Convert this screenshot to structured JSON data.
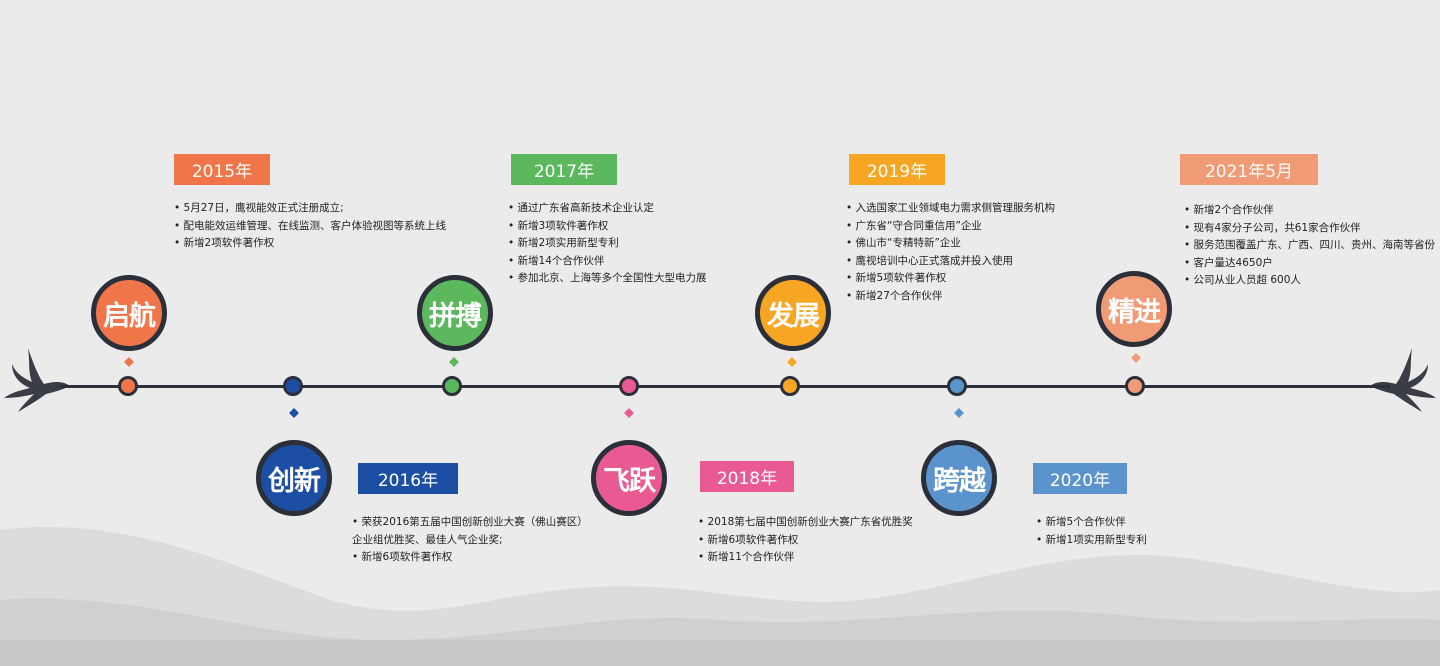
{
  "colors": {
    "line": "#2b2f3a",
    "2015": "#f0764a",
    "2016": "#1c4fa3",
    "2017": "#5cb85c",
    "2018": "#ea5a92",
    "2019": "#f6a623",
    "2020": "#5b94cc",
    "2021": "#f19a76"
  },
  "milestones": [
    {
      "year": "2015年",
      "word": "启航",
      "items": [
        "5月27日，鹰视能效正式注册成立;",
        "配电能效运维管理、在线监测、客户体验视图等系统上线",
        "新增2项软件著作权"
      ]
    },
    {
      "year": "2016年",
      "word": "创新",
      "items": [
        "荣获2016第五届中国创新创业大赛（佛山赛区）",
        "企业组优胜奖、最佳人气企业奖;",
        "新增6项软件著作权"
      ]
    },
    {
      "year": "2017年",
      "word": "拼搏",
      "items": [
        "通过广东省高新技术企业认定",
        "新增3项软件著作权",
        "新增2项实用新型专利",
        "新增14个合作伙伴",
        "参加北京、上海等多个全国性大型电力展"
      ]
    },
    {
      "year": "2018年",
      "word": "飞跃",
      "items": [
        "2018第七届中国创新创业大赛广东省优胜奖",
        "新增6项软件著作权",
        "新增11个合作伙伴"
      ]
    },
    {
      "year": "2019年",
      "word": "发展",
      "items": [
        "入选国家工业领域电力需求侧管理服务机构",
        "广东省“守合同重信用”企业",
        "佛山市“专精特新”企业",
        "鹰视培训中心正式落成并投入使用",
        "新增5项软件著作权",
        "新增27个合作伙伴"
      ]
    },
    {
      "year": "2020年",
      "word": "跨越",
      "items": [
        "新增5个合作伙伴",
        "新增1项实用新型专利"
      ]
    },
    {
      "year": "2021年5月",
      "word": "精进",
      "items": [
        "新增2个合作伙伴",
        "现有4家分子公司，共61家合作伙伴",
        "服务范围覆盖广东、广西、四川、贵州、海南等省份",
        "客户量达4650户",
        "公司从业人员超 600人"
      ]
    }
  ]
}
